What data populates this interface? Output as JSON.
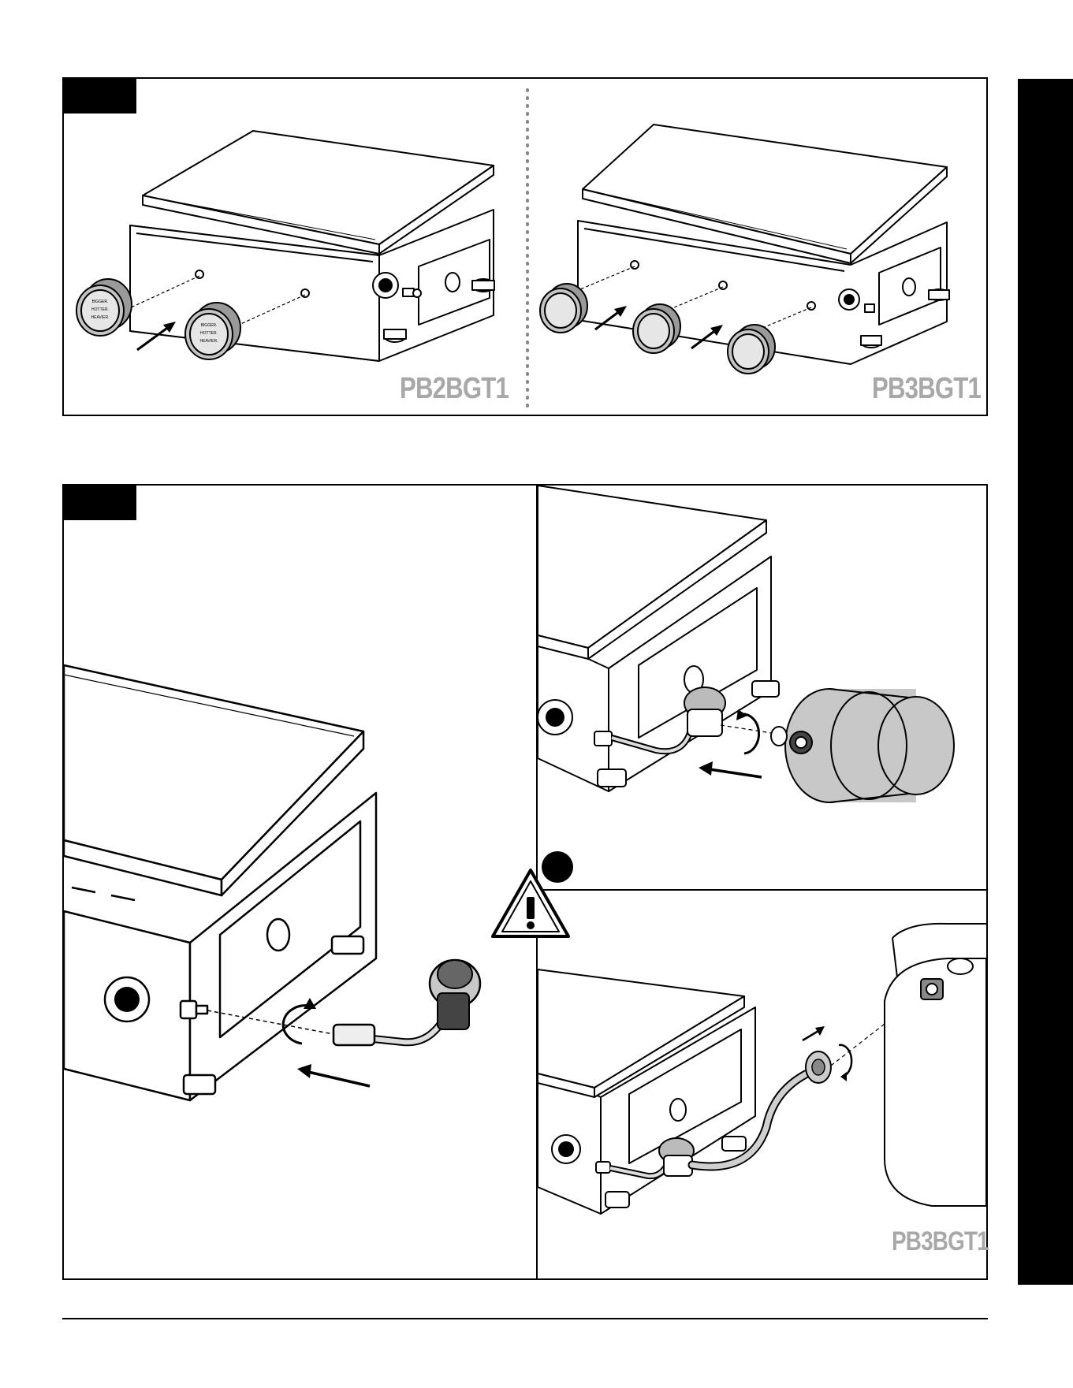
{
  "figures": {
    "top": {
      "models": {
        "left": "PB2BGT1",
        "right": "PB3BGT1"
      },
      "cap_text": [
        "BIGGER.",
        "HOTTER.",
        "HEAVIER."
      ]
    },
    "bottom": {
      "model": "PB3BGT1"
    }
  },
  "icons": [
    "warning-triangle-icon",
    "black-circle-marker-icon",
    "rotate-arrow-icon",
    "direction-arrow-icon"
  ],
  "colors": {
    "ink": "#000000",
    "model_label": "#a8a8a8",
    "propane_tank": "#c8c8c8",
    "hose": "#d0d0d0"
  }
}
